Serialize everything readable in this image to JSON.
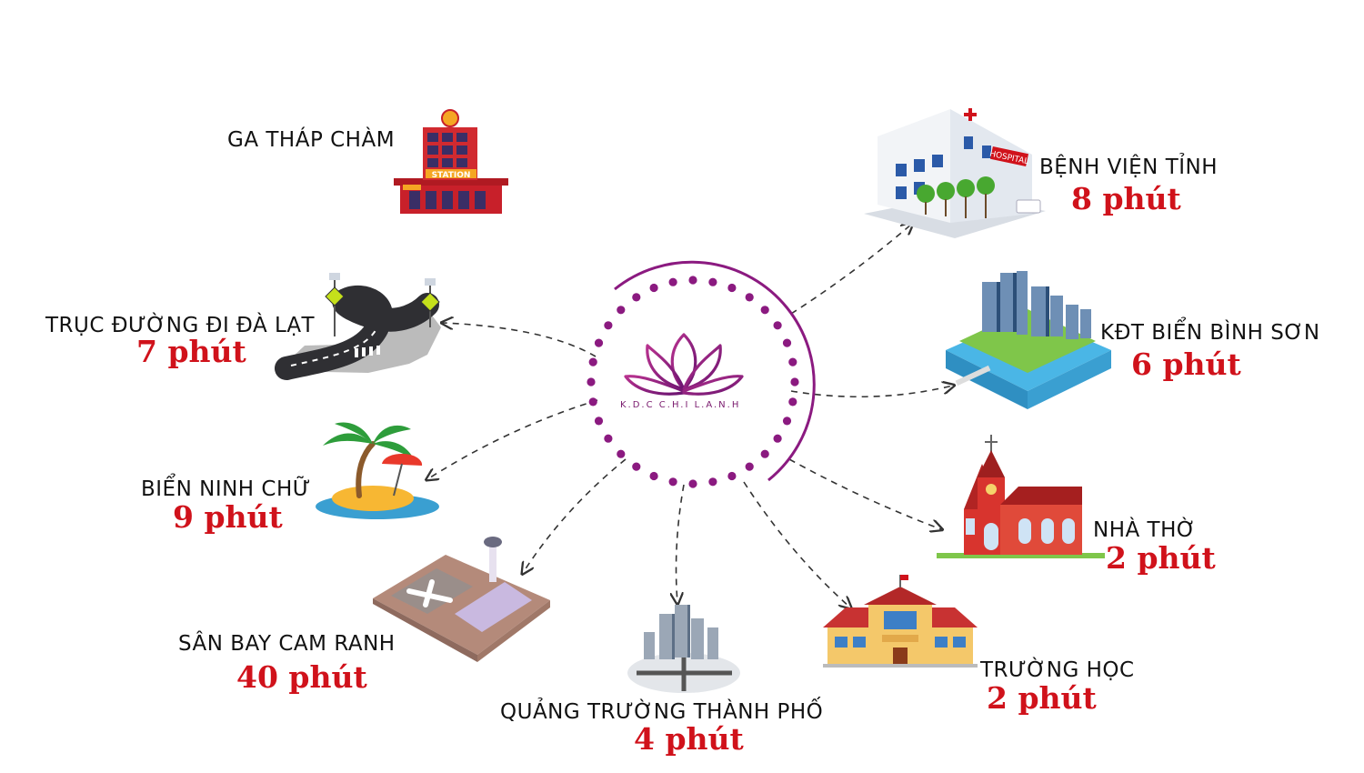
{
  "logo": {
    "text": "K.D.C C.H.I L.A.N.H",
    "color": "#8b1a80"
  },
  "colors": {
    "accent": "#8b1a80",
    "time": "#d0121b",
    "text": "#111111"
  },
  "destinations": [
    {
      "id": "ga-thap-cham",
      "name": "GA THÁP CHÀM",
      "time": "",
      "icon": "train-station-icon"
    },
    {
      "id": "benh-vien-tinh",
      "name": "BỆNH VIỆN TỈNH",
      "time": "8 phút",
      "icon": "hospital-icon"
    },
    {
      "id": "truc-duong-da-lat",
      "name": "TRỤC ĐƯỜNG ĐI ĐÀ LẠT",
      "time": "7 phút",
      "icon": "road-icon"
    },
    {
      "id": "kdt-bien-binh-son",
      "name": "KĐT BIỂN BÌNH SƠN",
      "time": "6 phút",
      "icon": "city-island-icon"
    },
    {
      "id": "bien-ninh-chu",
      "name": "BIỂN NINH CHỮ",
      "time": "9 phút",
      "icon": "beach-island-icon"
    },
    {
      "id": "nha-tho",
      "name": "NHÀ THỜ",
      "time": "2 phút",
      "icon": "church-icon"
    },
    {
      "id": "san-bay-cam-ranh",
      "name": "SÂN BAY CAM RANH",
      "time": "40 phút",
      "icon": "airport-icon"
    },
    {
      "id": "truong-hoc",
      "name": "TRƯỜNG HỌC",
      "time": "2 phút",
      "icon": "school-icon"
    },
    {
      "id": "quang-truong",
      "name": "QUẢNG TRƯỜNG THÀNH PHỐ",
      "time": "4 phút",
      "icon": "city-square-icon"
    }
  ]
}
